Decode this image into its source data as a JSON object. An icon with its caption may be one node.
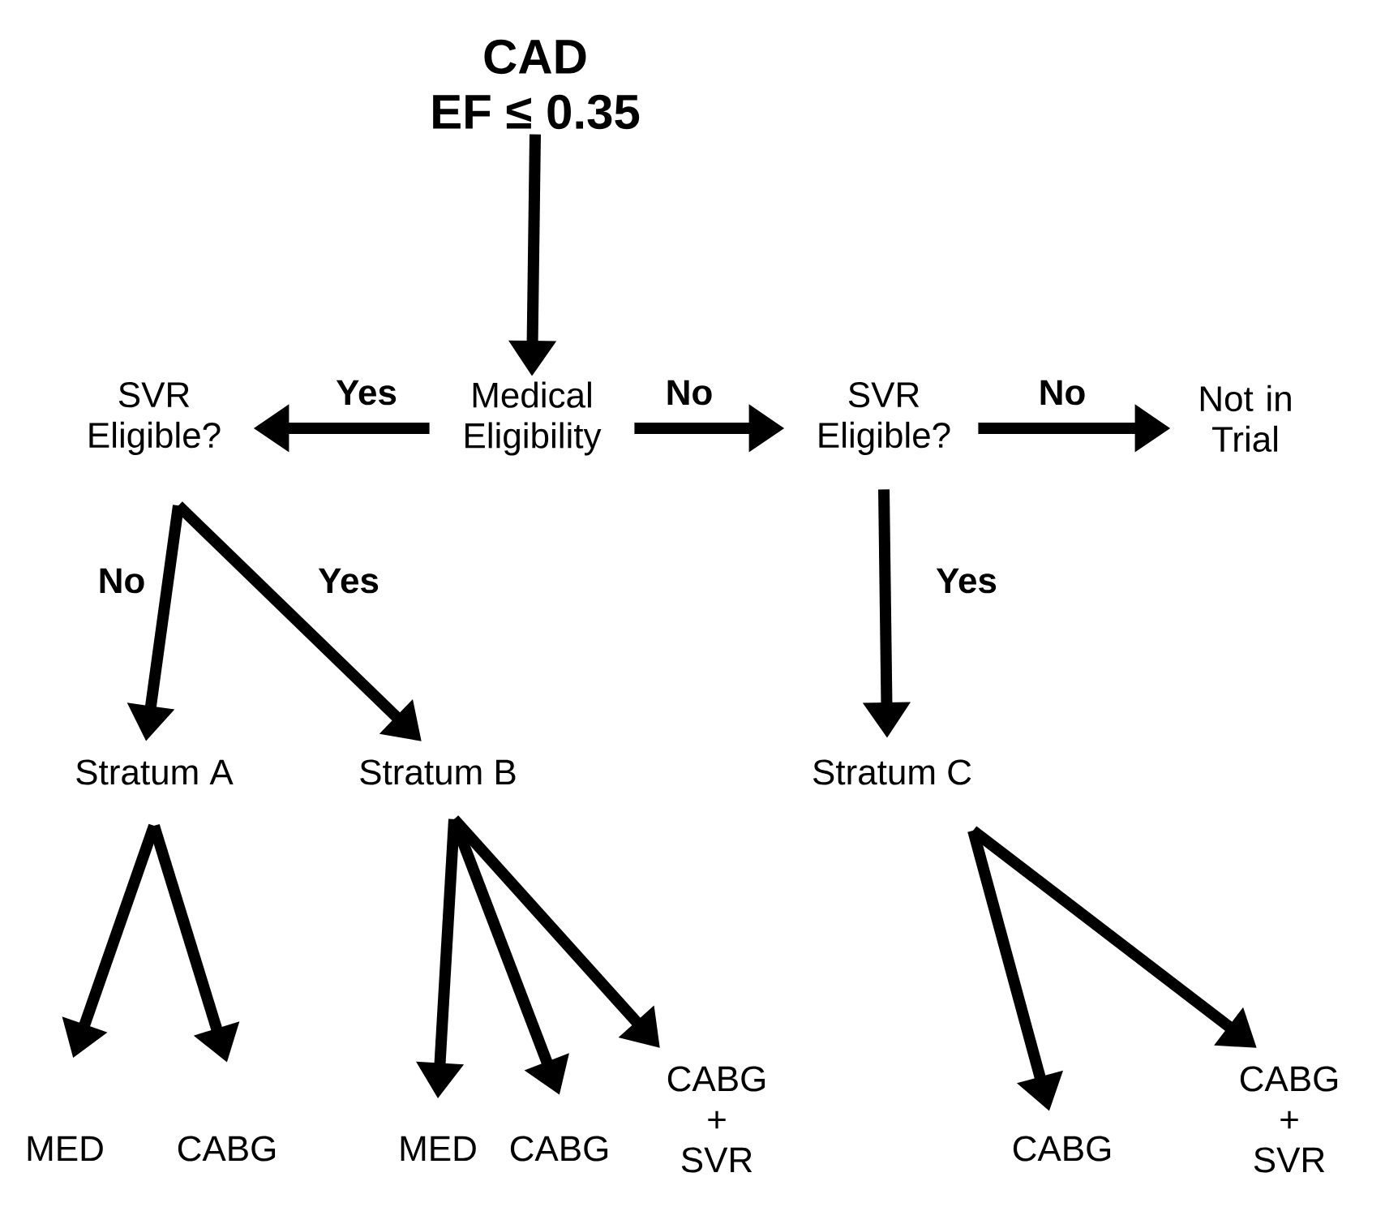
{
  "diagram": {
    "nodes": [
      {
        "text": [
          "CAD",
          "EF ≤ 0.35"
        ]
      },
      {
        "text": [
          "Medical Eligibility"
        ]
      },
      {
        "text": [
          "SVR Eligible?"
        ]
      },
      {
        "text": [
          "SVR Eligible?"
        ]
      },
      {
        "text": [
          "Not in Trial"
        ]
      },
      {
        "text": [
          "Stratum A"
        ]
      },
      {
        "text": [
          "Stratum B"
        ]
      },
      {
        "text": [
          "Stratum C"
        ]
      },
      {
        "text": [
          "MED"
        ]
      },
      {
        "text": [
          "CABG"
        ]
      },
      {
        "text": [
          "MED"
        ]
      },
      {
        "text": [
          "CABG"
        ]
      },
      {
        "text": [
          "CABG + SVR"
        ]
      },
      {
        "text": [
          "CABG"
        ]
      },
      {
        "text": [
          "CABG + SVR"
        ]
      }
    ],
    "edges": [
      {
        "from": 0,
        "to": 1,
        "arrow": "to"
      },
      {
        "from": 1,
        "to": 2,
        "arrow": "to",
        "label": "Yes"
      },
      {
        "from": 1,
        "to": 3,
        "arrow": "to",
        "label": "No"
      },
      {
        "from": 3,
        "to": 4,
        "arrow": "to",
        "label": "No"
      },
      {
        "from": 2,
        "to": 5,
        "arrow": "to",
        "label": "No"
      },
      {
        "from": 2,
        "to": 6,
        "arrow": "to",
        "label": "Yes"
      },
      {
        "from": 3,
        "to": 7,
        "arrow": "to",
        "label": "Yes"
      },
      {
        "from": 5,
        "to": 8,
        "arrow": "to"
      },
      {
        "from": 5,
        "to": 9,
        "arrow": "to"
      },
      {
        "from": 6,
        "to": 10,
        "arrow": "to"
      },
      {
        "from": 6,
        "to": 11,
        "arrow": "to"
      },
      {
        "from": 6,
        "to": 12,
        "arrow": "to"
      },
      {
        "from": 7,
        "to": 13,
        "arrow": "to"
      },
      {
        "from": 7,
        "to": 14,
        "arrow": "to"
      }
    ]
  }
}
